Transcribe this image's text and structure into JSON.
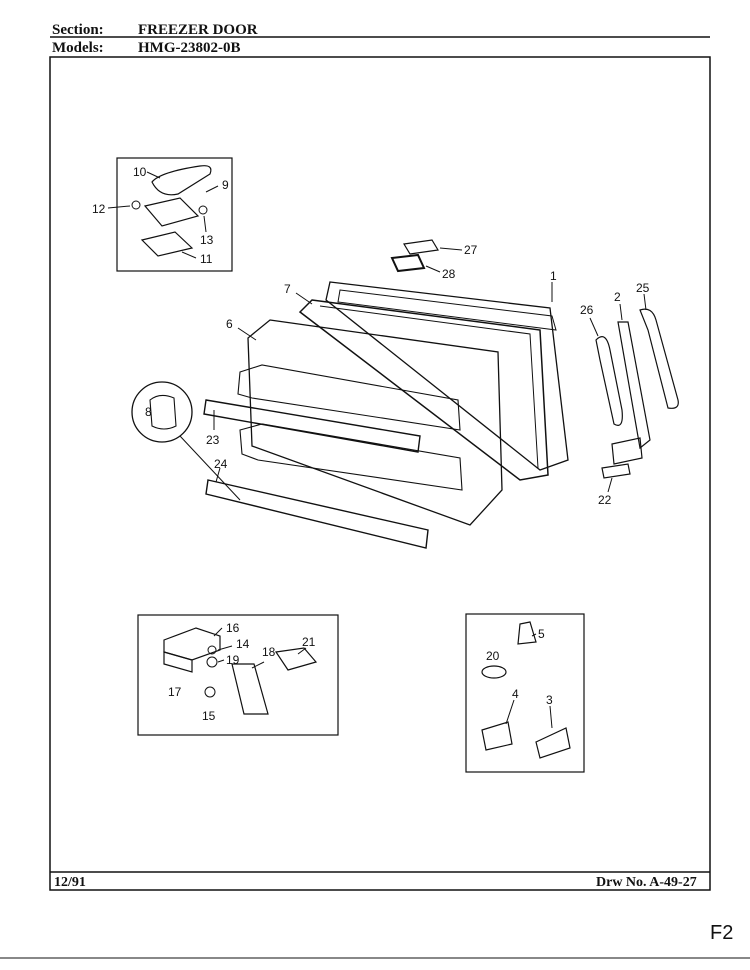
{
  "header": {
    "section_label": "Section:",
    "section_value": "FREEZER DOOR",
    "models_label": "Models:",
    "models_value": "HMG-23802-0B"
  },
  "footer": {
    "date": "12/91",
    "drawing_number": "Drw No. A-49-27"
  },
  "corner_mark": "F2",
  "callouts": {
    "c1": "1",
    "c2": "2",
    "c3": "3",
    "c4": "4",
    "c5": "5",
    "c6": "6",
    "c7": "7",
    "c8": "8",
    "c9": "9",
    "c10": "10",
    "c11": "11",
    "c12": "12",
    "c13": "13",
    "c14": "14",
    "c15": "15",
    "c16": "16",
    "c17": "17",
    "c18": "18",
    "c19": "19",
    "c20": "20",
    "c21": "21",
    "c22": "22",
    "c23": "23",
    "c24": "24",
    "c25": "25",
    "c26": "26",
    "c27": "27",
    "c28": "28"
  }
}
